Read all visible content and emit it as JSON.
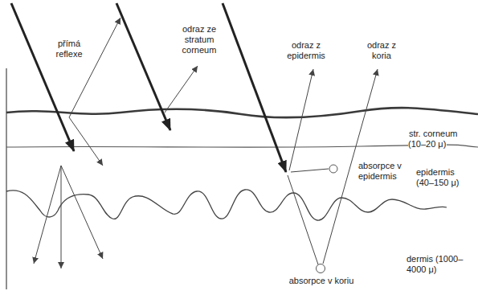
{
  "diagram": {
    "labels": [
      "přímá reflexe",
      "odraz ze stratum corneum",
      "odraz z epidermis",
      "odraz z koria",
      "str. corneum (10–20 μ)",
      "epidermis (40–150 μ)",
      "dermis (1000–4000 μ)",
      "absorpce v epidermis",
      "absorpce v koriu"
    ]
  }
}
